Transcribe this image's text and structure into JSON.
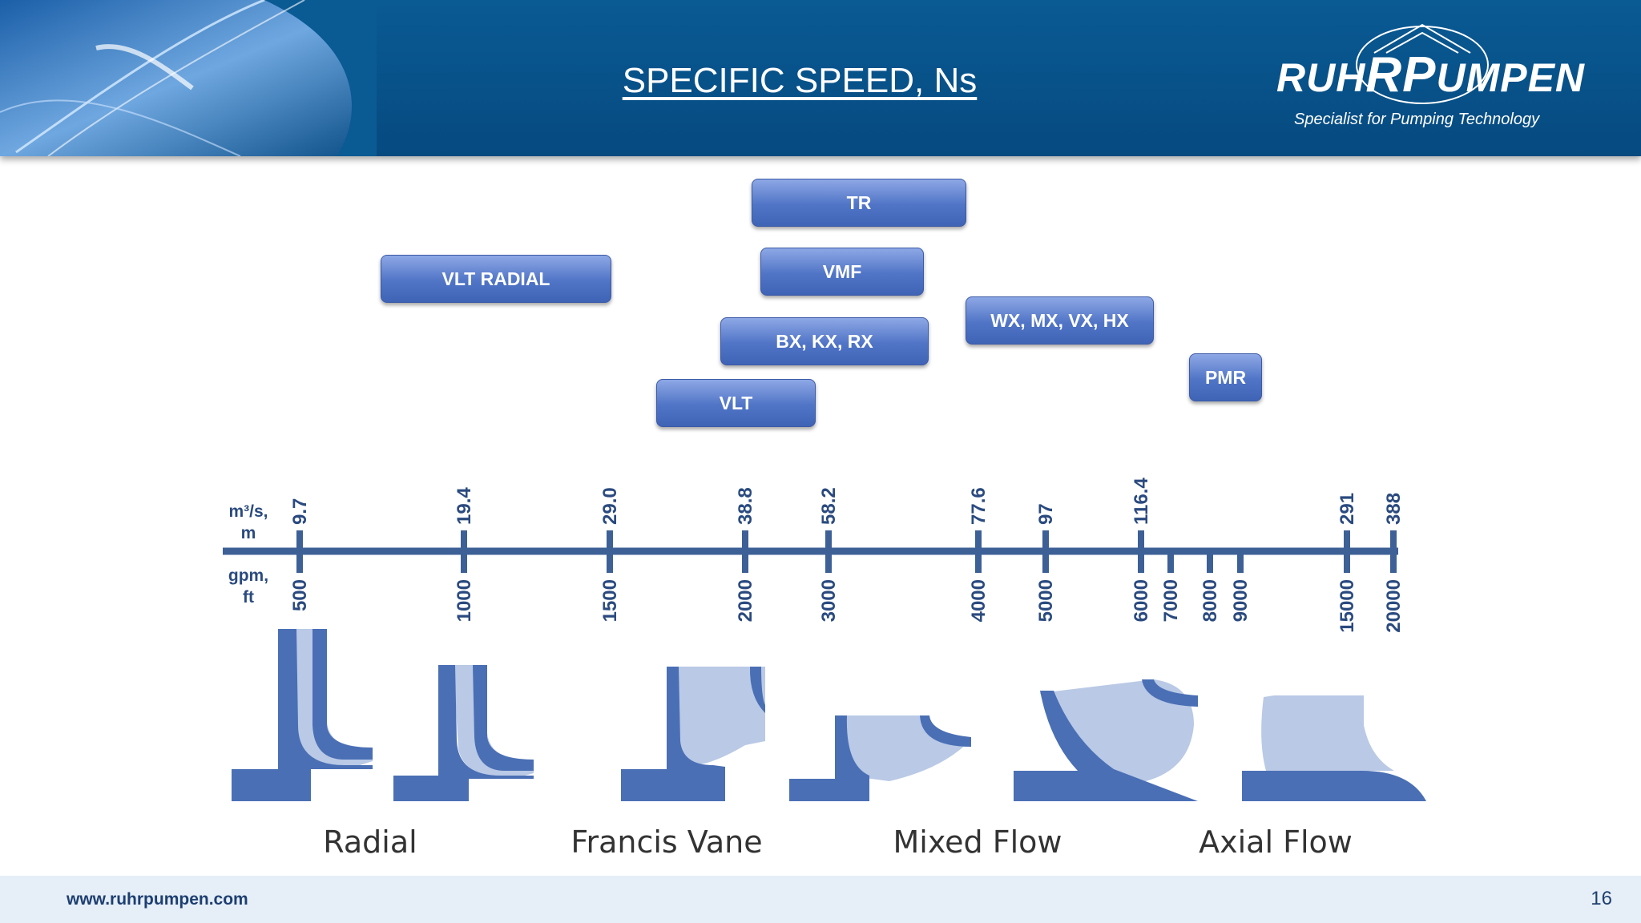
{
  "header": {
    "title": "SPECIFIC SPEED, Ns"
  },
  "logo": {
    "brand": "RUHRPUMPEN",
    "brand_parts": [
      "RUH",
      "RP",
      "UMPEN"
    ],
    "tagline": "Specialist for Pumping Technology"
  },
  "products": [
    {
      "label": "TR"
    },
    {
      "label": "VLT RADIAL"
    },
    {
      "label": "VMF"
    },
    {
      "label": "WX, MX, VX, HX"
    },
    {
      "label": "BX, KX, RX"
    },
    {
      "label": "PMR"
    },
    {
      "label": "VLT"
    }
  ],
  "scale": {
    "metric_unit": [
      "m³/s,",
      "m"
    ],
    "us_unit": [
      "gpm,",
      "ft"
    ],
    "metric_ticks": [
      "9.7",
      "19.4",
      "29.0",
      "38.8",
      "58.2",
      "77.6",
      "97",
      "116.4",
      "291",
      "388"
    ],
    "us_ticks": [
      "500",
      "1000",
      "1500",
      "2000",
      "3000",
      "4000",
      "5000",
      "6000",
      "7000",
      "8000",
      "9000",
      "15000",
      "20000"
    ]
  },
  "impeller_types": [
    {
      "label": "Radial"
    },
    {
      "label": "Francis Vane"
    },
    {
      "label": "Mixed Flow"
    },
    {
      "label": "Axial Flow"
    }
  ],
  "colors": {
    "header": "#0a5a94",
    "axis": "#3d6096",
    "impeller_dark": "#4a6fb5",
    "impeller_light": "#b9c9e6",
    "footer": "#e6eef8"
  },
  "footer": {
    "url": "www.ruhrpumpen.com",
    "page": "16"
  }
}
